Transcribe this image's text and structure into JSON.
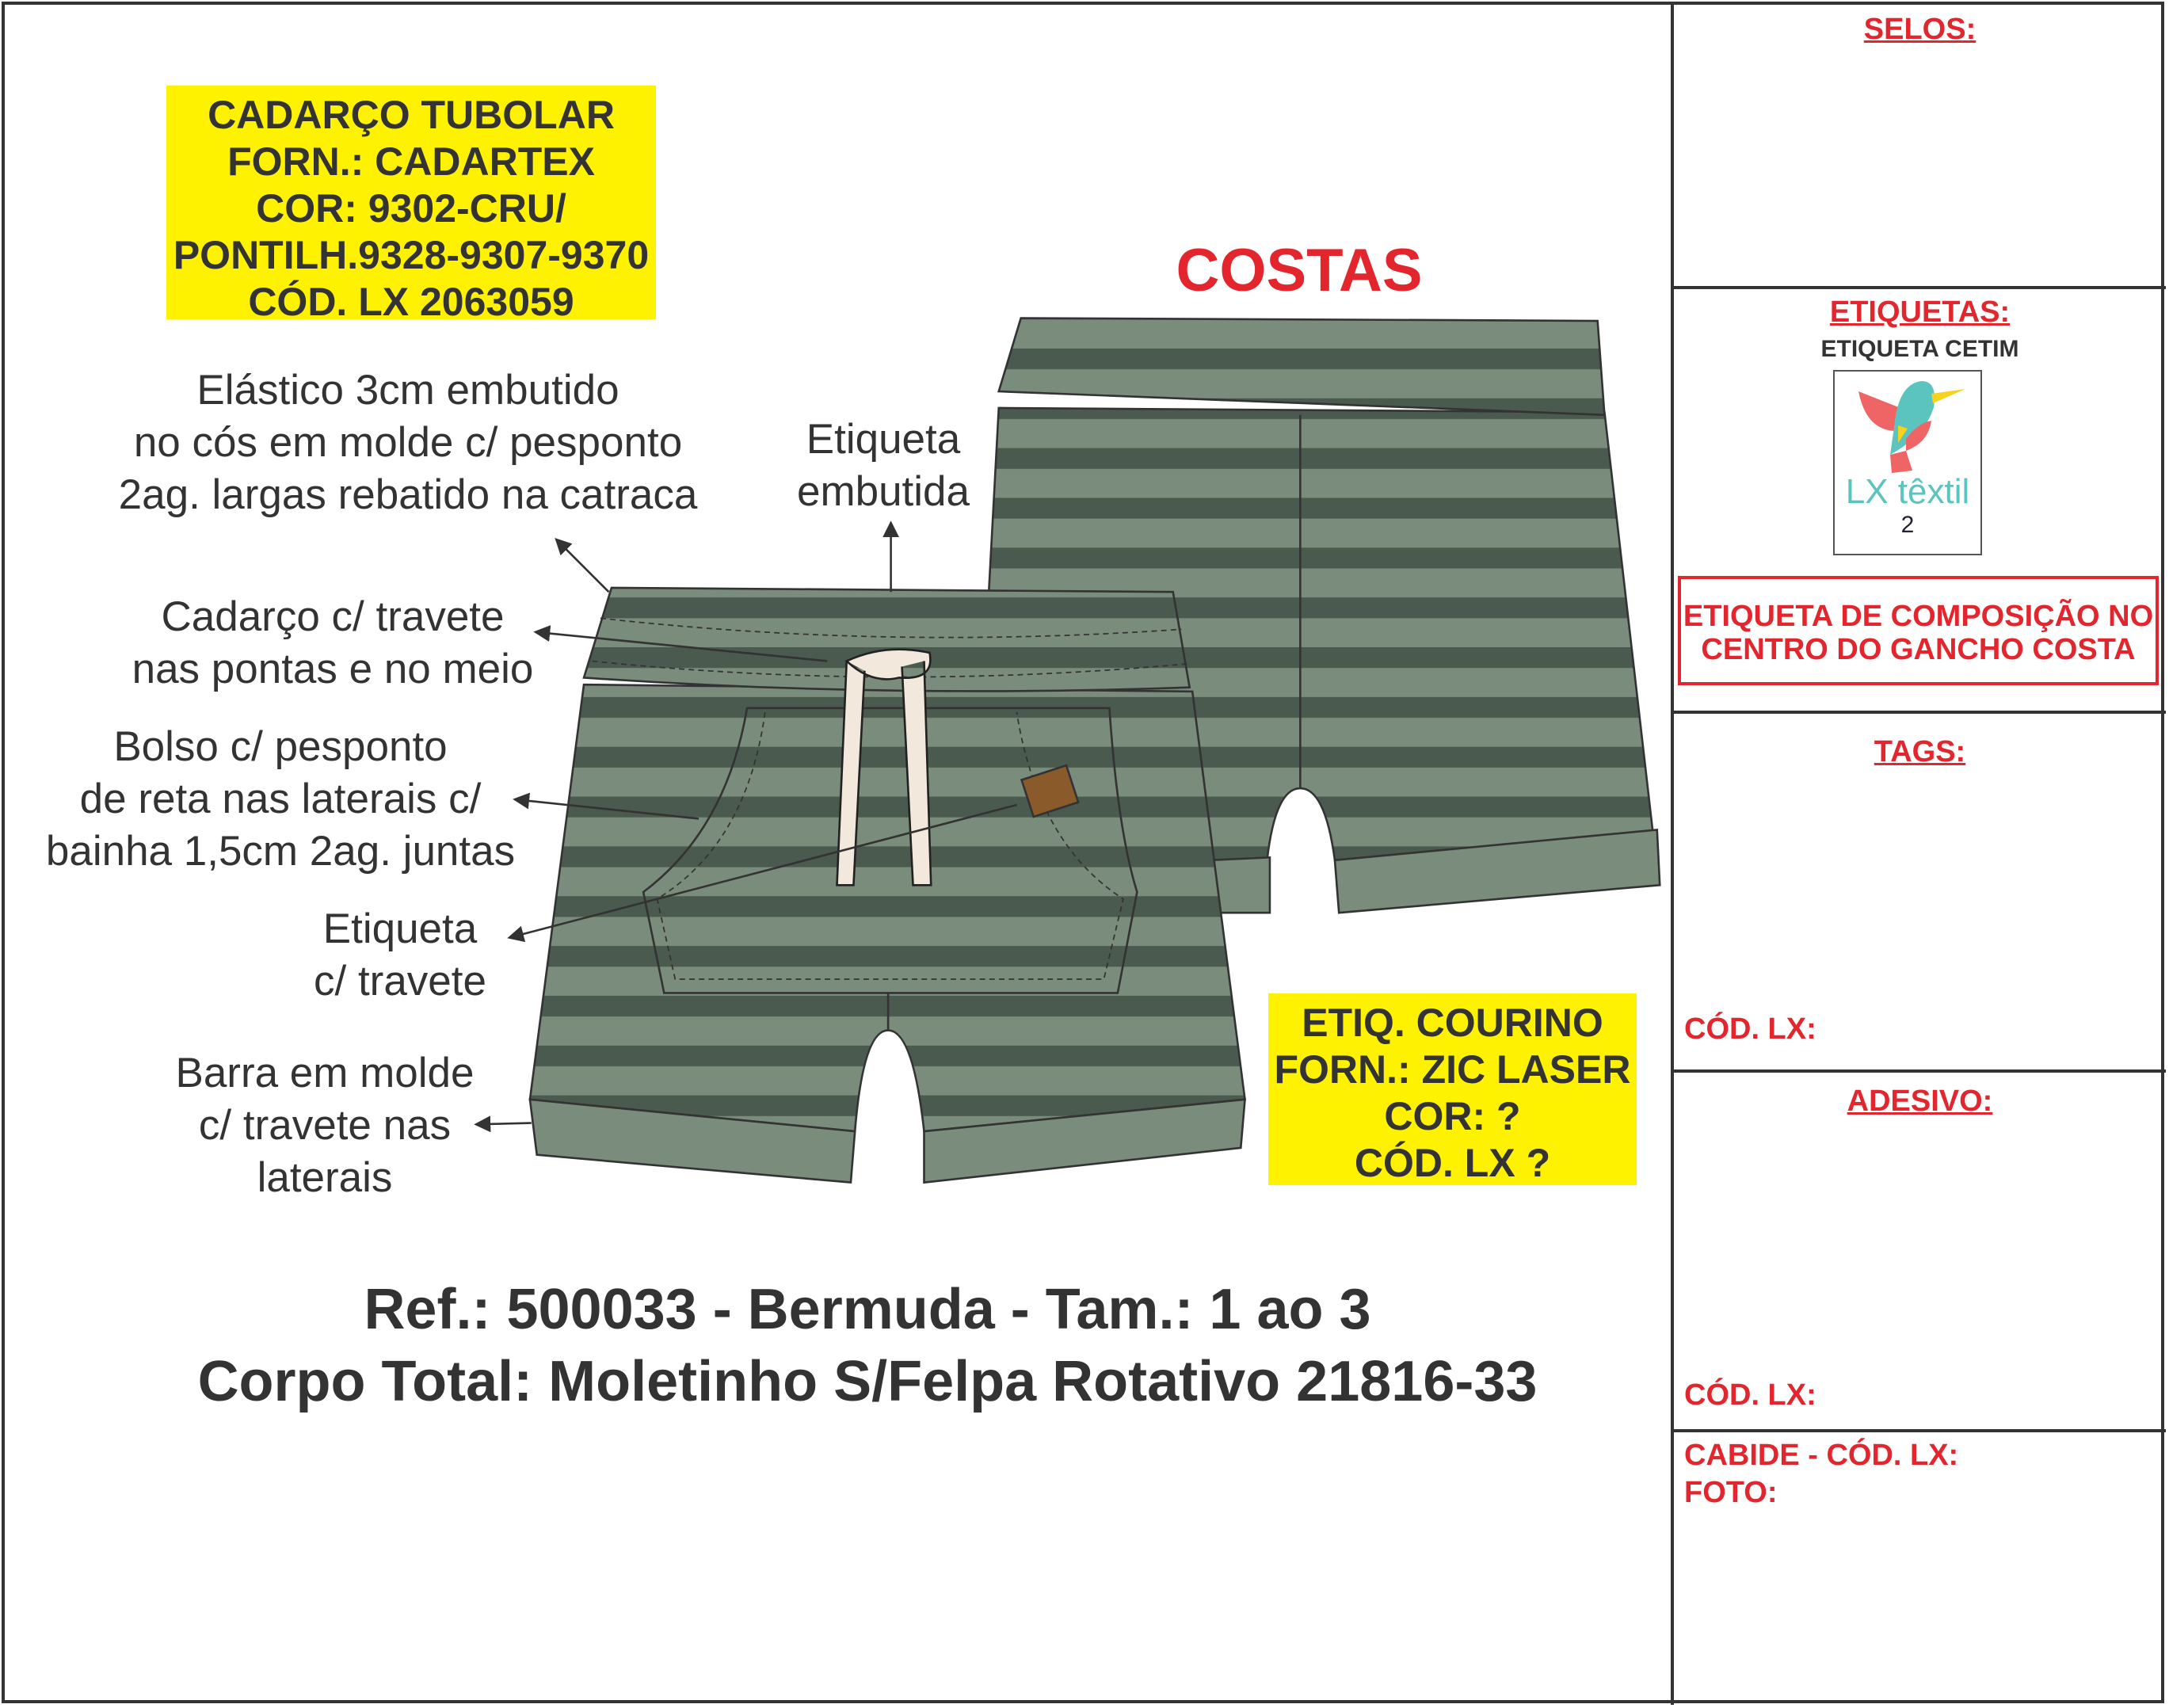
{
  "cord_box": {
    "lines": [
      "CADARÇO TUBOLAR",
      "FORN.: CADARTEX",
      "COR: 9302-CRU/",
      "PONTILH.9328-9307-9370",
      "CÓD. LX 2063059"
    ]
  },
  "costas_label": "COSTAS",
  "annotations": {
    "elastic": [
      "Elástico 3cm embutido",
      "no cós em molde c/ pesponto",
      "2ag. largas rebatido na catraca"
    ],
    "inner_label": [
      "Etiqueta",
      "embutida"
    ],
    "cord": [
      "Cadarço c/ travete",
      "nas pontas e no meio"
    ],
    "pocket": [
      "Bolso c/ pesponto",
      "de reta nas laterais c/",
      "bainha 1,5cm 2ag. juntas"
    ],
    "label_tack": [
      "Etiqueta",
      "c/ travete"
    ],
    "hem": [
      "Barra em molde",
      "c/ travete nas",
      "laterais"
    ]
  },
  "leather_box": {
    "lines": [
      "ETIQ. COURINO",
      "FORN.: ZIC LASER",
      "COR: ?",
      "CÓD. LX ?"
    ]
  },
  "title": {
    "line1": "Ref.: 500033 - Bermuda - Tam.: 1 ao 3",
    "line2": "Corpo Total: Moletinho S/Felpa Rotativo 21816-33"
  },
  "sidebar": {
    "selos": "SELOS:",
    "etiquetas": "ETIQUETAS:",
    "etiqueta_cetim": "ETIQUETA CETIM",
    "logo_text": "LX têxtil",
    "logo_number": "2",
    "composicao": [
      "ETIQUETA DE COMPOSIÇÃO NO",
      "CENTRO DO GANCHO COSTA"
    ],
    "tags": "TAGS:",
    "tags_cod": "CÓD. LX:",
    "adesivo": "ADESIVO:",
    "adesivo_cod": "CÓD. LX:",
    "cabide": "CABIDE - CÓD. LX:",
    "foto": "FOTO:"
  },
  "colors": {
    "stripe_dark": "#4a5a4e",
    "stripe_light": "#7a8c7c",
    "yellow": "#fff200",
    "red": "#e3262d"
  }
}
